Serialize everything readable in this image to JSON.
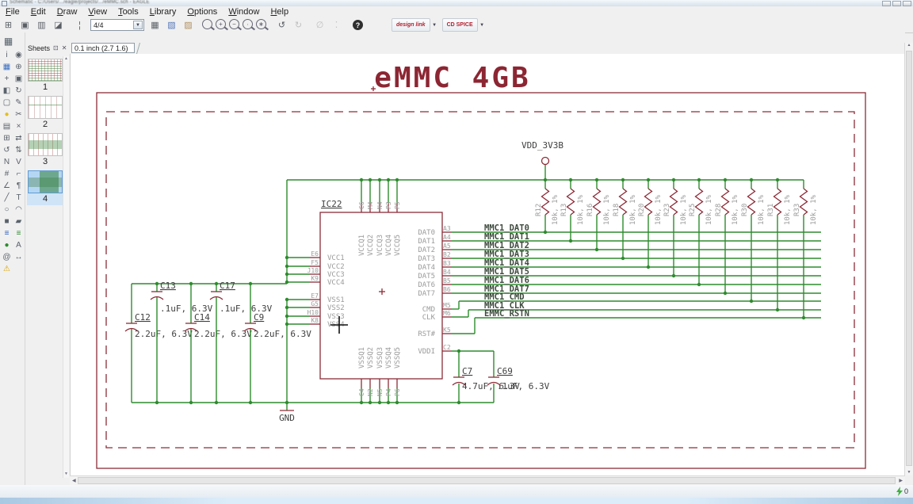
{
  "window": {
    "title": "Schematic - C:/Users/.../eagle/projects/.../eMMC.sch - EAGLE",
    "controls": [
      "minimize",
      "maximize",
      "close"
    ]
  },
  "menubar": {
    "items": [
      "File",
      "Edit",
      "Draw",
      "View",
      "Tools",
      "Library",
      "Options",
      "Window",
      "Help"
    ]
  },
  "toolbar": {
    "sheet_selector": "4/4",
    "design_link_label": "design link",
    "spice_label": "CD SPICE",
    "help_label": "?"
  },
  "coordinate_bar": {
    "value": "0.1 inch (2.7 1.6)"
  },
  "sheets_panel": {
    "title": "Sheets",
    "items": [
      "1",
      "2",
      "3",
      "4"
    ],
    "selected_index": 3
  },
  "palette": [
    {
      "name": "info-tool-icon",
      "glyph": "i"
    },
    {
      "name": "show-tool-icon",
      "glyph": "◉"
    },
    {
      "name": "display-tool-icon",
      "glyph": "▦",
      "color": "#3a6fbf"
    },
    {
      "name": "mark-tool-icon",
      "glyph": "⊕"
    },
    {
      "name": "move-tool-icon",
      "glyph": "+"
    },
    {
      "name": "copy-tool-icon",
      "glyph": "▣"
    },
    {
      "name": "mirror-tool-icon",
      "glyph": "◧"
    },
    {
      "name": "rotate-tool-icon",
      "glyph": "↻"
    },
    {
      "name": "group-tool-icon",
      "glyph": "▢"
    },
    {
      "name": "change-tool-icon",
      "glyph": "✎"
    },
    {
      "name": "paint-tool-icon",
      "glyph": "●",
      "color": "#e3bf1c"
    },
    {
      "name": "cut-tool-icon",
      "glyph": "✂"
    },
    {
      "name": "paste-tool-icon",
      "glyph": "▤"
    },
    {
      "name": "delete-tool-icon",
      "glyph": "×"
    },
    {
      "name": "add-tool-icon",
      "glyph": "⊞"
    },
    {
      "name": "pinswap-tool-icon",
      "glyph": "⇄"
    },
    {
      "name": "replace-tool-icon",
      "glyph": "↺"
    },
    {
      "name": "gateswap-tool-icon",
      "glyph": "⇅"
    },
    {
      "name": "name-tool-icon",
      "glyph": "N"
    },
    {
      "name": "value-tool-icon",
      "glyph": "V"
    },
    {
      "name": "smash-tool-icon",
      "glyph": "#"
    },
    {
      "name": "miter-tool-icon",
      "glyph": "⌐"
    },
    {
      "name": "split-tool-icon",
      "glyph": "∠"
    },
    {
      "name": "invoke-tool-icon",
      "glyph": "¶"
    },
    {
      "name": "wire-tool-icon",
      "glyph": "╱"
    },
    {
      "name": "text-tool-icon",
      "glyph": "T"
    },
    {
      "name": "circle-tool-icon",
      "glyph": "○"
    },
    {
      "name": "arc-tool-icon",
      "glyph": "◠"
    },
    {
      "name": "rect-tool-icon",
      "glyph": "■"
    },
    {
      "name": "polygon-tool-icon",
      "glyph": "▰"
    },
    {
      "name": "bus-tool-icon",
      "glyph": "≡",
      "color": "#2b5fc0"
    },
    {
      "name": "net-tool-icon",
      "glyph": "≡",
      "color": "#2e8b2e"
    },
    {
      "name": "junction-tool-icon",
      "glyph": "●",
      "color": "#2e8b2e"
    },
    {
      "name": "label-tool-icon",
      "glyph": "A"
    },
    {
      "name": "attribute-tool-icon",
      "glyph": "@"
    },
    {
      "name": "dimension-tool-icon",
      "glyph": "↔"
    },
    {
      "name": "erc-tool-icon",
      "glyph": "⚠",
      "color": "#d9a400"
    }
  ],
  "schematic": {
    "title": "eMMC 4GB",
    "ic": {
      "ref": "IC22",
      "left_pins": [
        {
          "pad": "E6",
          "name": "VCC1"
        },
        {
          "pad": "F5",
          "name": "VCC2"
        },
        {
          "pad": "J10",
          "name": "VCC3"
        },
        {
          "pad": "K9",
          "name": "VCC4"
        },
        {
          "pad": "E7",
          "name": "VSS1"
        },
        {
          "pad": "G5",
          "name": "VSS2"
        },
        {
          "pad": "H10",
          "name": "VSS3"
        },
        {
          "pad": "K8",
          "name": "VSS4"
        }
      ],
      "right_pins": [
        {
          "pad": "A3",
          "name": "DAT0"
        },
        {
          "pad": "A4",
          "name": "DAT1"
        },
        {
          "pad": "A5",
          "name": "DAT2"
        },
        {
          "pad": "B2",
          "name": "DAT3"
        },
        {
          "pad": "B3",
          "name": "DAT4"
        },
        {
          "pad": "B4",
          "name": "DAT5"
        },
        {
          "pad": "B5",
          "name": "DAT6"
        },
        {
          "pad": "B6",
          "name": "DAT7"
        },
        {
          "pad": "M5",
          "name": "CMD"
        },
        {
          "pad": "M6",
          "name": "CLK"
        },
        {
          "pad": "K5",
          "name": "RST#"
        },
        {
          "pad": "C2",
          "name": "VDDI"
        }
      ],
      "top_pins": [
        {
          "pad": "C6",
          "name": "VCCQ1"
        },
        {
          "pad": "M4",
          "name": "VCCQ2"
        },
        {
          "pad": "N4",
          "name": "VCCQ3"
        },
        {
          "pad": "P3",
          "name": "VCCQ4"
        },
        {
          "pad": "P5",
          "name": "VCCQ5"
        }
      ],
      "bottom_pins": [
        {
          "pad": "C4",
          "name": "VSSQ1"
        },
        {
          "pad": "N2",
          "name": "VSSQ2"
        },
        {
          "pad": "N5",
          "name": "VSSQ3"
        },
        {
          "pad": "P4",
          "name": "VSSQ4"
        },
        {
          "pad": "P6",
          "name": "VSSQ5"
        }
      ]
    },
    "nets": [
      "MMC1_DAT0",
      "MMC1_DAT1",
      "MMC1_DAT2",
      "MMC1_DAT3",
      "MMC1_DAT4",
      "MMC1_DAT5",
      "MMC1_DAT6",
      "MMC1_DAT7",
      "MMC1_CMD",
      "MMC1_CLK",
      "EMMC_RSTN"
    ],
    "resistors": [
      {
        "ref": "R12",
        "value": "10k, 1%"
      },
      {
        "ref": "R13",
        "value": "10k, 1%"
      },
      {
        "ref": "R16",
        "value": "10k, 1%"
      },
      {
        "ref": "R18",
        "value": "10k, 1%"
      },
      {
        "ref": "R20",
        "value": "10k, 1%"
      },
      {
        "ref": "R23",
        "value": "10k, 1%"
      },
      {
        "ref": "R25",
        "value": "10k, 1%"
      },
      {
        "ref": "R28",
        "value": "10k, 1%"
      },
      {
        "ref": "R30",
        "value": "10k, 1%"
      },
      {
        "ref": "R31",
        "value": "10k, 1%"
      },
      {
        "ref": "R33",
        "value": "10k, 1%"
      }
    ],
    "capacitors": [
      {
        "ref": "C12",
        "value": "2.2uF, 6.3V"
      },
      {
        "ref": "C13",
        "value": ".1uF, 6.3V"
      },
      {
        "ref": "C14",
        "value": "2.2uF, 6.3V"
      },
      {
        "ref": "C17",
        "value": ".1uF, 6.3V"
      },
      {
        "ref": "C9",
        "value": "2.2uF, 6.3V"
      },
      {
        "ref": "C7",
        "value": "4.7uF, 6.3V"
      },
      {
        "ref": "C69",
        "value": ".1uF, 6.3V"
      }
    ],
    "power": {
      "vdd_label": "VDD_3V3B",
      "gnd_label": "GND"
    },
    "colors": {
      "wire_green": "#2e8b2e",
      "part_maroon": "#8c2c38",
      "title_red": "#8c2633",
      "pin_gray": "#9b9b9b",
      "label_dark": "#3f3f3f"
    }
  },
  "status_bar": {
    "drc_indicator": "0"
  }
}
